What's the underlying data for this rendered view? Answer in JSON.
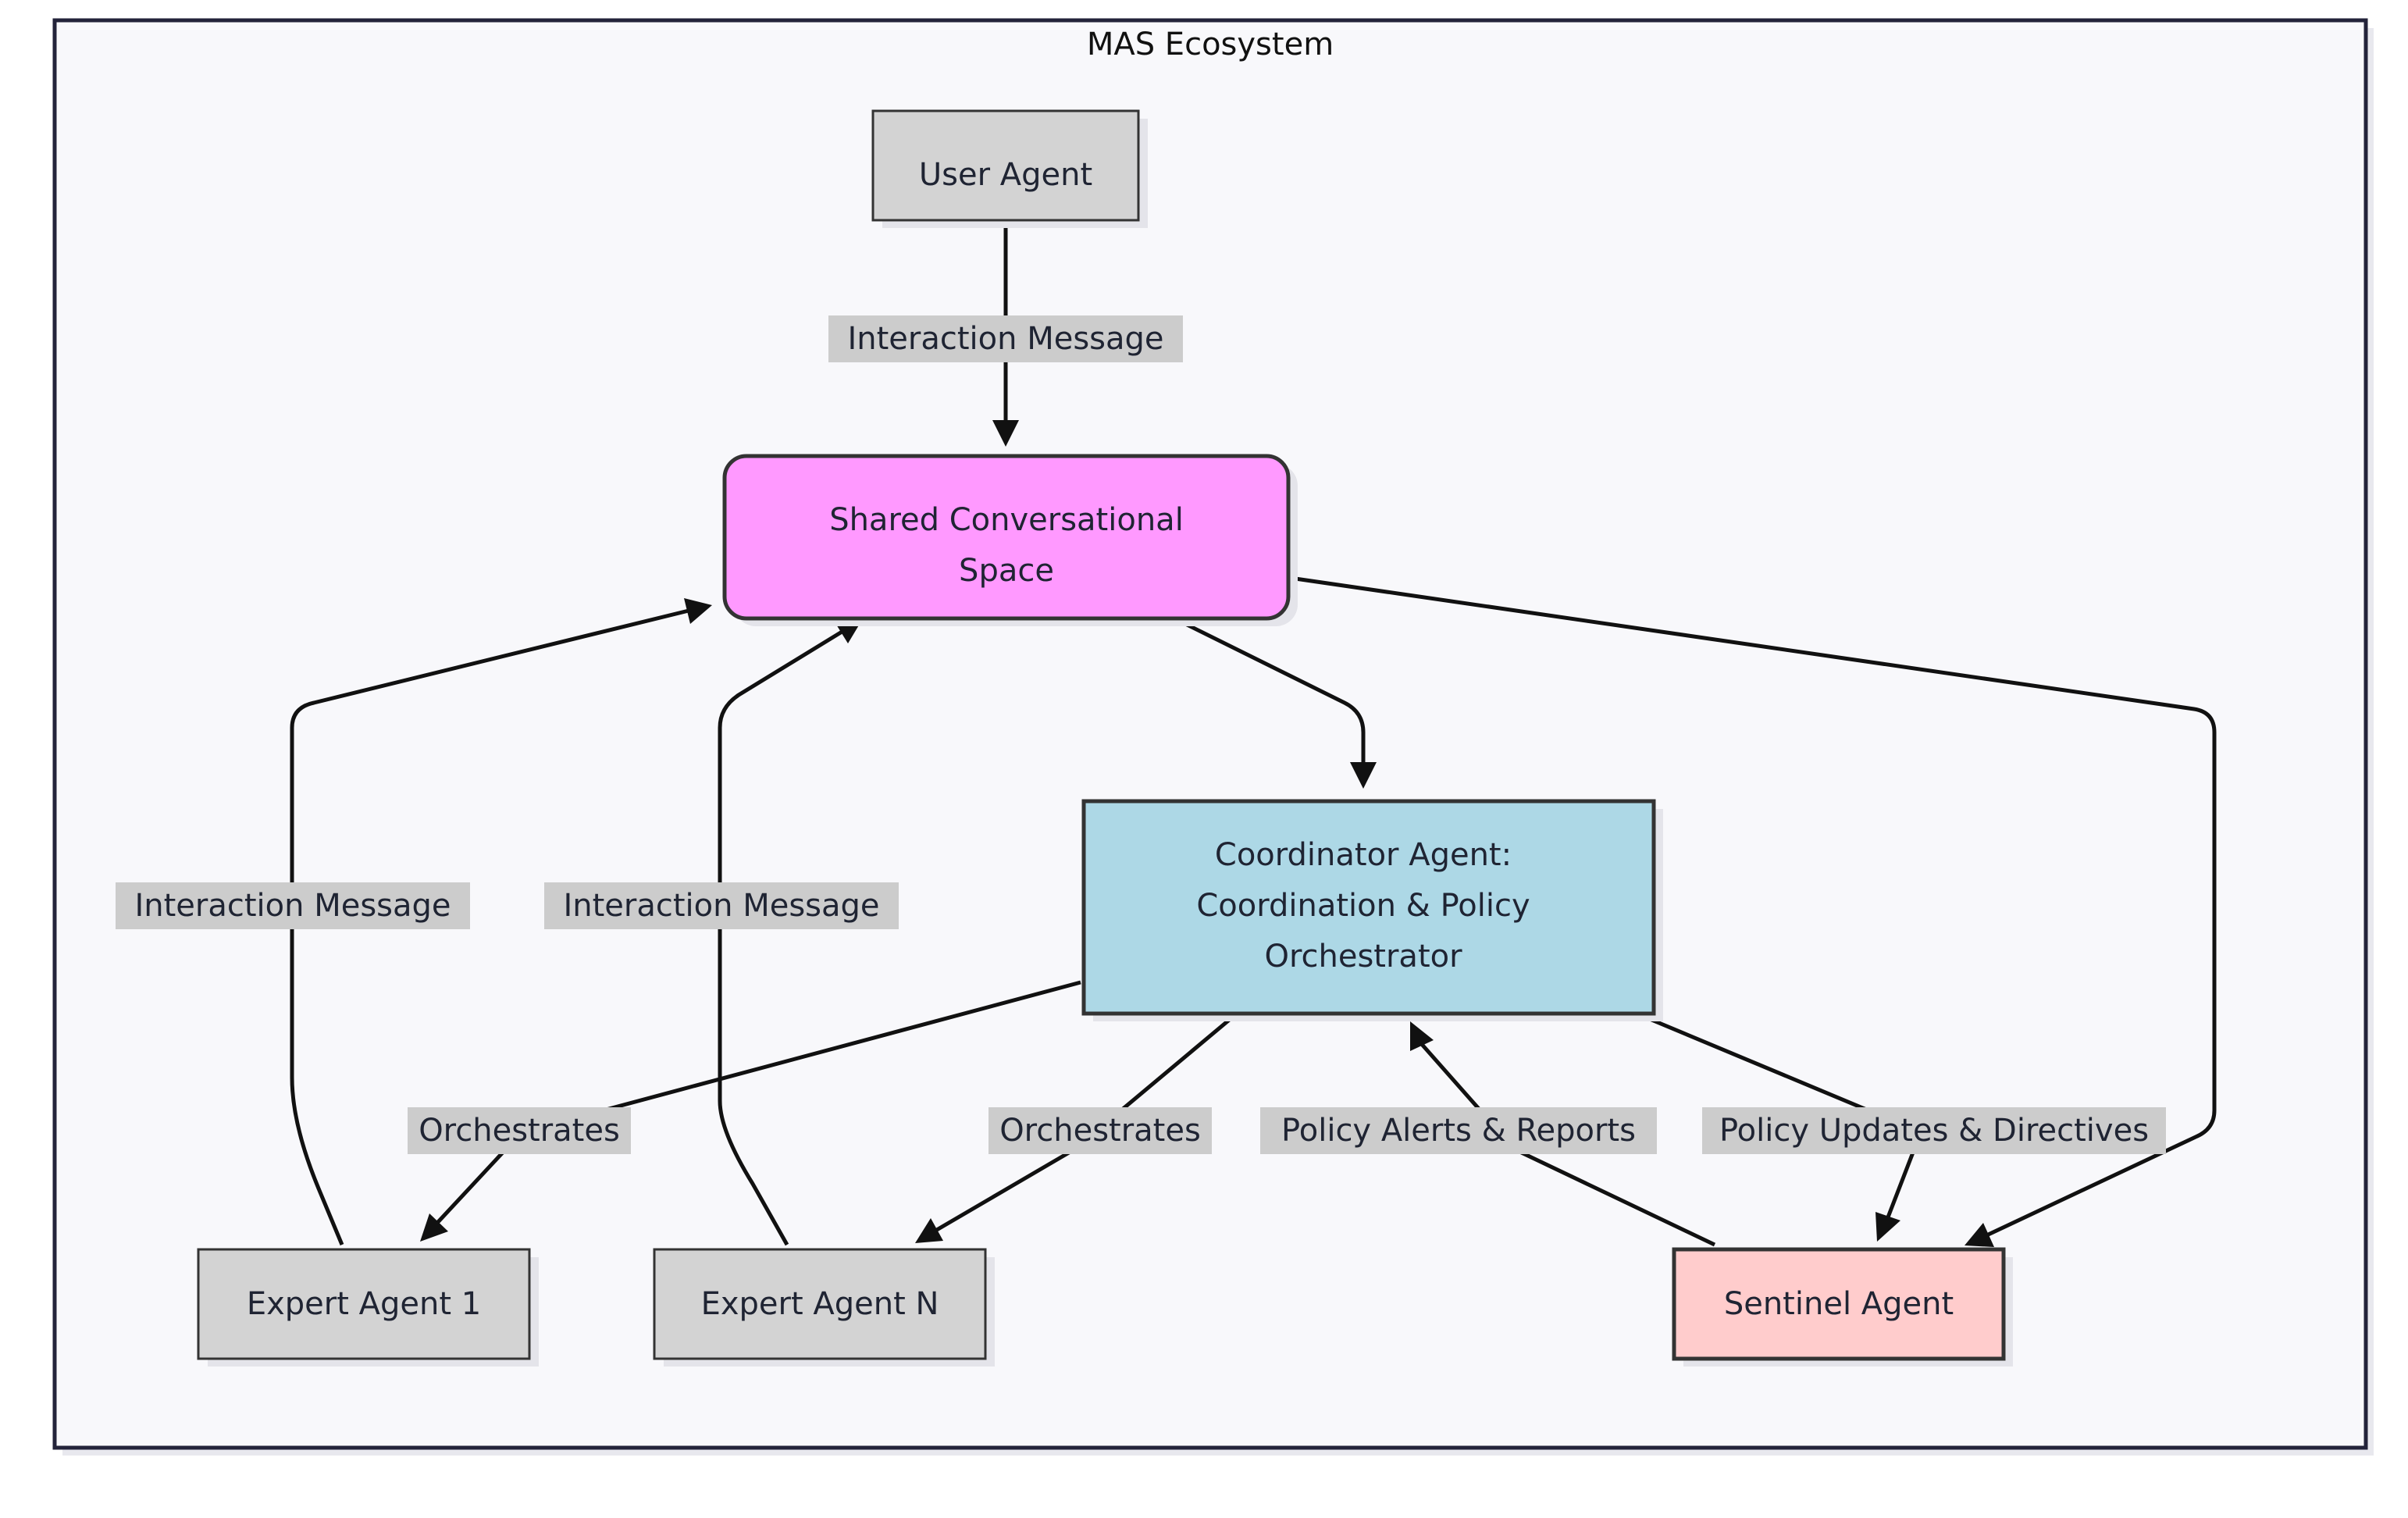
{
  "cluster": {
    "title": "MAS Ecosystem"
  },
  "nodes": {
    "user_agent": {
      "lines": [
        "User Agent"
      ],
      "fill": "#d3d3d3"
    },
    "shared_space": {
      "lines": [
        "Shared Conversational",
        "Space"
      ],
      "fill": "#ff99ff"
    },
    "coordinator": {
      "lines": [
        "Coordinator Agent:",
        "Coordination & Policy",
        "Orchestrator"
      ],
      "fill": "#add8e6"
    },
    "expert_1": {
      "lines": [
        "Expert Agent 1"
      ],
      "fill": "#d3d3d3"
    },
    "expert_n": {
      "lines": [
        "Expert Agent N"
      ],
      "fill": "#d3d3d3"
    },
    "sentinel": {
      "lines": [
        "Sentinel Agent"
      ],
      "fill": "#ffcccc"
    }
  },
  "edges": {
    "user_to_shared": {
      "from": "User Agent",
      "to": "Shared Conversational Space",
      "label": "Interaction Message"
    },
    "expert1_to_shared": {
      "from": "Expert Agent 1",
      "to": "Shared Conversational Space",
      "label": "Interaction Message"
    },
    "expertn_to_shared": {
      "from": "Expert Agent N",
      "to": "Shared Conversational Space",
      "label": "Interaction Message"
    },
    "shared_to_coordinator": {
      "from": "Shared Conversational Space",
      "to": "Coordinator Agent",
      "label": ""
    },
    "shared_to_sentinel": {
      "from": "Shared Conversational Space",
      "to": "Sentinel Agent",
      "label": ""
    },
    "coordinator_to_expert1": {
      "from": "Coordinator Agent",
      "to": "Expert Agent 1",
      "label": "Orchestrates"
    },
    "coordinator_to_expertn": {
      "from": "Coordinator Agent",
      "to": "Expert Agent N",
      "label": "Orchestrates"
    },
    "sentinel_to_coordinator": {
      "from": "Sentinel Agent",
      "to": "Coordinator Agent",
      "label": "Policy Alerts & Reports"
    },
    "coordinator_to_sentinel": {
      "from": "Coordinator Agent",
      "to": "Sentinel Agent",
      "label": "Policy Updates & Directives"
    }
  },
  "colors": {
    "cluster_bg": "#f8f8fb",
    "cluster_border": "#23233a",
    "edge": "#111111",
    "label_bg": "#cccccc",
    "node_border": "#333333",
    "shadow": "#e4e4ea"
  }
}
